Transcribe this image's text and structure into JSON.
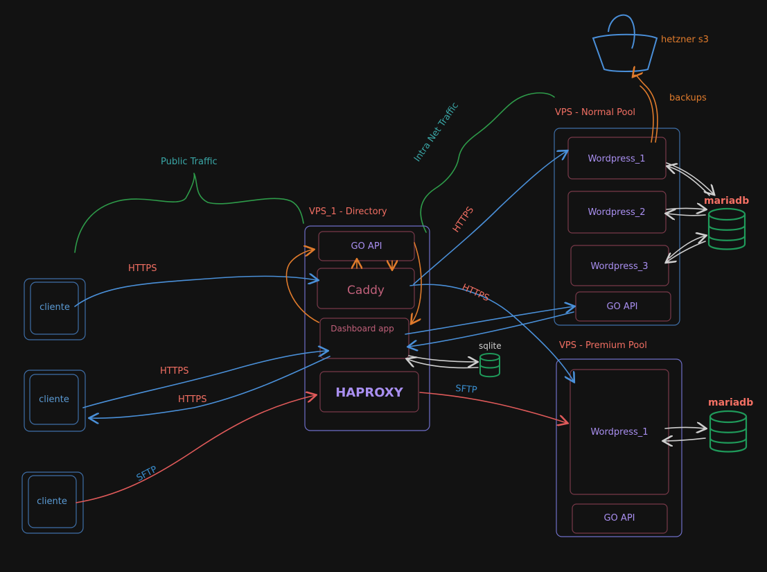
{
  "colors": {
    "background": "#121212",
    "client": "#5b9bd5",
    "container": "#6f6fc8",
    "service_box": "#7a3a4a",
    "service_text": "#a98ff0",
    "caddy_text": "#c0607a",
    "label_red": "#f26f63",
    "https_blue": "#4a90d9",
    "sftp_red": "#e05a5a",
    "orange": "#e07b2c",
    "green": "#2e9c4a",
    "teal": "#3aa7a7",
    "db_green": "#1f9a5a",
    "grey": "#cfcfcf",
    "bucket": "#4a8fd9"
  },
  "clients": [
    {
      "label": "cliente"
    },
    {
      "label": "cliente"
    },
    {
      "label": "cliente"
    }
  ],
  "directory": {
    "title": "VPS_1 - Directory",
    "go_api": "GO API",
    "caddy": "Caddy",
    "dashboard": "Dashboard app",
    "haproxy": "HAPROXY",
    "sqlite": "sqlite"
  },
  "normal_pool": {
    "title": "VPS - Normal Pool",
    "wordpress": [
      "Wordpress_1",
      "Wordpress_2",
      "Wordpress_3"
    ],
    "go_api": "GO API",
    "db": "mariadb"
  },
  "premium_pool": {
    "title": "VPS - Premium Pool",
    "wordpress": "Wordpress_1",
    "go_api": "GO API",
    "db": "mariadb"
  },
  "storage": {
    "name": "hetzner s3",
    "backups": "backups",
    "icon": "bucket-icon"
  },
  "traffic": {
    "public": "Public Traffic",
    "intra": "Intra Net Traffic"
  },
  "edge_labels": {
    "https_1": "HTTPS",
    "https_2": "HTTPS",
    "https_3": "HTTPS",
    "https_4": "HTTPS",
    "https_5": "HTTPS",
    "sftp_1": "SFTP",
    "sftp_2": "SFTP"
  }
}
